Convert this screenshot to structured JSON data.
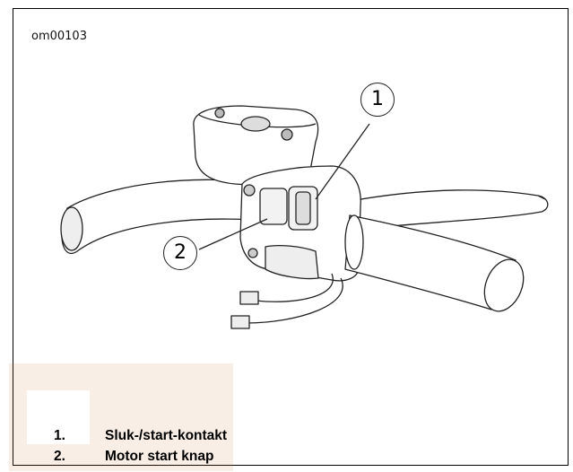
{
  "figure": {
    "id_label": "om00103",
    "callouts": [
      "1",
      "2"
    ]
  },
  "legend": {
    "items": [
      {
        "number": "1.",
        "text": "Sluk-/start-kontakt"
      },
      {
        "number": "2.",
        "text": "Motor start knap"
      }
    ]
  },
  "colors": {
    "line": "#222222",
    "fill": "#ffffff",
    "shade": "#d9d9d9",
    "watermark": "#c8793a"
  }
}
